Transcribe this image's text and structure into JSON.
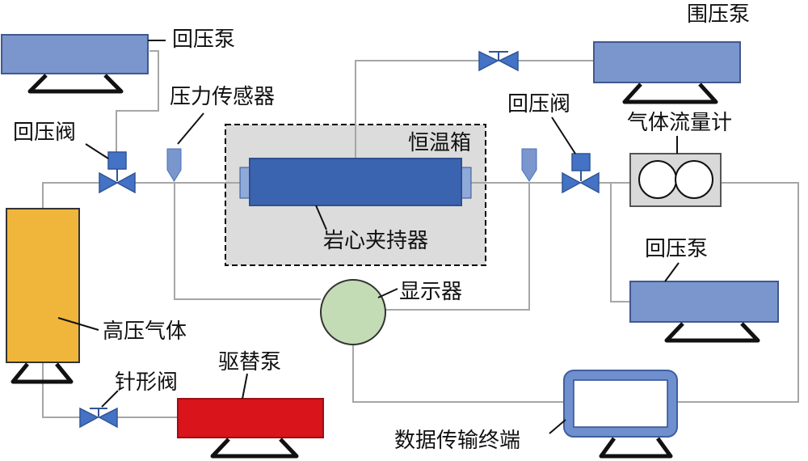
{
  "labels": {
    "backpressure_pump_top_left": "回压泵",
    "backpressure_valve_left": "回压阀",
    "pressure_sensor": "压力传感器",
    "confining_pump": "围压泵",
    "backpressure_valve_right": "回压阀",
    "gas_flowmeter": "气体流量计",
    "thermostat_box": "恒温箱",
    "core_holder": "岩心夹持器",
    "backpressure_pump_right": "回压泵",
    "display": "显示器",
    "high_pressure_gas": "高压气体",
    "displacement_pump": "驱替泵",
    "needle_valve": "针形阀",
    "data_terminal": "数据传输终端"
  },
  "colors": {
    "pump_blue": "#7b96cc",
    "core_blue": "#3a64b0",
    "gas_cylinder": "#f0b63c",
    "displacement_pump": "#d9141b",
    "display": "#c3dcb5",
    "box_fill": "#dcdcdc",
    "flowmeter_fill": "#d9d9d9",
    "valve": "#4472c4",
    "pipe": "#a6a6a6"
  }
}
